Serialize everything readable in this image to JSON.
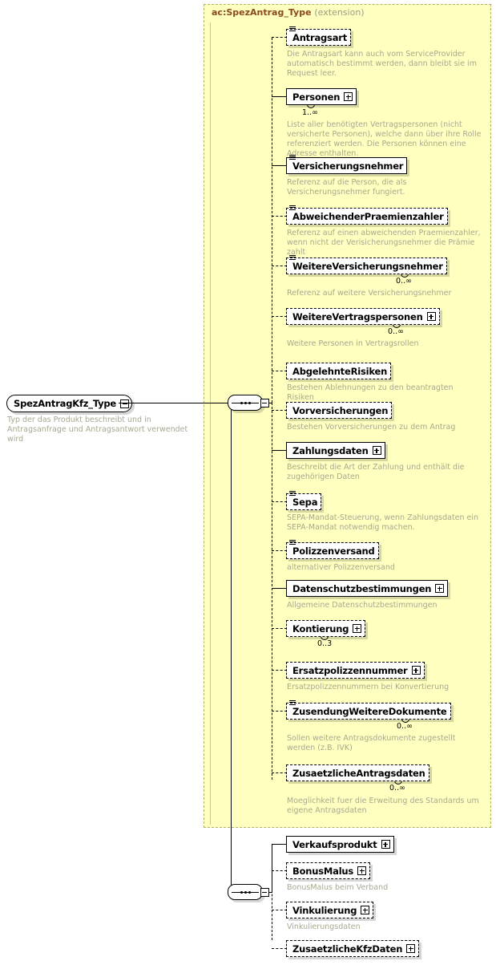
{
  "diagram": {
    "kind": "xml-schema-element-diagram",
    "root": {
      "name": "SpezAntragKfz_Type",
      "documentation": "Typ der das Produkt beschreibt und in Antragsanfrage und Antragsantwort verwendet wird",
      "expander": "minus-icon"
    },
    "extension_panel": {
      "type_name": "ac:SpezAntrag_Type",
      "qualifier": "(extension)"
    },
    "compositors": [
      {
        "name": "sequence-top",
        "symbol": "sequence-dots-icon",
        "expander": "minus-icon"
      },
      {
        "name": "sequence-bottom",
        "symbol": "sequence-dots-icon",
        "expander": "minus-icon"
      }
    ],
    "inherited_elements": [
      {
        "label": "Antragsart",
        "optional": true,
        "has_expander": false,
        "type_icon": true,
        "cardinality": "",
        "repeat": false,
        "doc": "Die Antragsart kann auch vom ServiceProvider automatisch bestimmt werden, dann bleibt sie im Request leer."
      },
      {
        "label": "Personen",
        "optional": false,
        "has_expander": true,
        "type_icon": false,
        "cardinality": "1..∞",
        "repeat": true,
        "doc": "Liste aller benötigten Vertragspersonen (nicht versicherte Personen), welche dann über ihre Rolle referenziert werden. Die Personen können eine Adresse enthalten."
      },
      {
        "label": "Versicherungsnehmer",
        "optional": false,
        "has_expander": false,
        "type_icon": true,
        "cardinality": "",
        "repeat": false,
        "doc": "Referenz auf die Person, die als Versicherungsnehmer fungiert."
      },
      {
        "label": "AbweichenderPraemienzahler",
        "optional": true,
        "has_expander": false,
        "type_icon": true,
        "cardinality": "",
        "repeat": false,
        "doc": "Referenz auf einen abweichenden Praemienzahler, wenn nicht der Verisicherungsnehmer die Prämie zahlt"
      },
      {
        "label": "WeitereVersicherungsnehmer",
        "optional": true,
        "has_expander": false,
        "type_icon": true,
        "cardinality": "0..∞",
        "repeat": true,
        "doc": "Referenz auf weitere Versicherungsnehmer"
      },
      {
        "label": "WeitereVertragspersonen",
        "optional": true,
        "has_expander": true,
        "type_icon": false,
        "cardinality": "0..∞",
        "repeat": true,
        "doc": "Weitere Personen in Vertragsrollen"
      },
      {
        "label": "AbgelehnteRisiken",
        "optional": true,
        "has_expander": false,
        "type_icon": false,
        "cardinality": "",
        "repeat": false,
        "doc": "Bestehen Ablehnungen zu den beantragten Risiken"
      },
      {
        "label": "Vorversicherungen",
        "optional": true,
        "has_expander": false,
        "type_icon": false,
        "cardinality": "",
        "repeat": false,
        "doc": "Bestehen Vorversicherungen zu dem Antrag"
      },
      {
        "label": "Zahlungsdaten",
        "optional": false,
        "has_expander": true,
        "type_icon": false,
        "cardinality": "",
        "repeat": false,
        "doc": "Beschreibt die Art der Zahlung und enthält die zugehörigen Daten"
      },
      {
        "label": "Sepa",
        "optional": true,
        "has_expander": false,
        "type_icon": true,
        "cardinality": "",
        "repeat": false,
        "doc": "SEPA-Mandat-Steuerung, wenn Zahlungsdaten ein SEPA-Mandat notwendig machen."
      },
      {
        "label": "Polizzenversand",
        "optional": true,
        "has_expander": false,
        "type_icon": true,
        "cardinality": "",
        "repeat": false,
        "doc": "alternativer Polizzenversand"
      },
      {
        "label": "Datenschutzbestimmungen",
        "optional": false,
        "has_expander": true,
        "type_icon": false,
        "cardinality": "",
        "repeat": false,
        "doc": "Allgemeine Datenschutzbestimmungen"
      },
      {
        "label": "Kontierung",
        "optional": true,
        "has_expander": true,
        "type_icon": false,
        "cardinality": "0..3",
        "repeat": true,
        "doc": ""
      },
      {
        "label": "Ersatzpolizzennummer",
        "optional": true,
        "has_expander": true,
        "type_icon": false,
        "cardinality": "",
        "repeat": false,
        "doc": "Ersatzpolizzennummern bei Konvertierung"
      },
      {
        "label": "ZusendungWeitereDokumente",
        "optional": true,
        "has_expander": false,
        "type_icon": true,
        "cardinality": "0..∞",
        "repeat": true,
        "doc": "Sollen weitere Antragsdokumente zugestellt werden (z.B. IVK)"
      },
      {
        "label": "ZusaetzlicheAntragsdaten",
        "optional": true,
        "has_expander": false,
        "type_icon": false,
        "cardinality": "0..∞",
        "repeat": true,
        "doc": "Moeglichkeit fuer die Erweitung des Standards um eigene Antragsdaten"
      }
    ],
    "own_elements": [
      {
        "label": "Verkaufsprodukt",
        "optional": false,
        "has_expander": true,
        "type_icon": false,
        "cardinality": "",
        "repeat": false,
        "doc": ""
      },
      {
        "label": "BonusMalus",
        "optional": true,
        "has_expander": true,
        "type_icon": false,
        "cardinality": "",
        "repeat": false,
        "doc": "BonusMalus beim Verband"
      },
      {
        "label": "Vinkulierung",
        "optional": true,
        "has_expander": true,
        "type_icon": false,
        "cardinality": "",
        "repeat": false,
        "doc": "Vinkulierungsdaten"
      },
      {
        "label": "ZusaetzlicheKfzDaten",
        "optional": true,
        "has_expander": true,
        "type_icon": false,
        "cardinality": "",
        "repeat": false,
        "doc": ""
      }
    ],
    "colors": {
      "panel_fill": "#ffffc0",
      "panel_border": "#b0b070",
      "type_name_color": "#8a4a20",
      "doc_color": "#a8a890",
      "box_border": "#000000",
      "box_fill": "#ffffff"
    }
  }
}
